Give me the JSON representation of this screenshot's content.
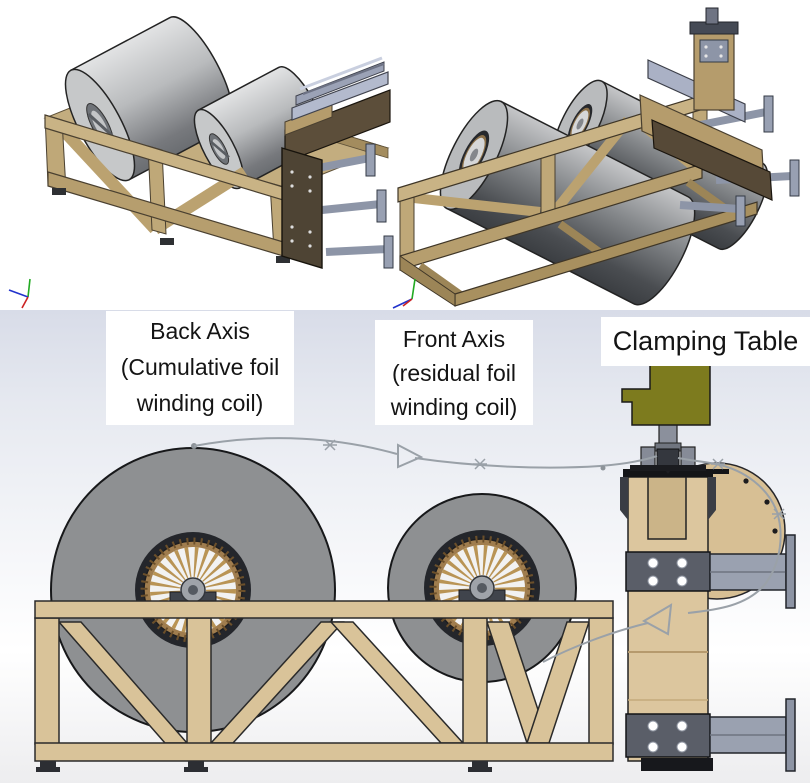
{
  "scene": {
    "type": "CAD figure of a foil winding machine",
    "views": {
      "top_left": "isometric-view-front",
      "top_right": "isometric-view-rear",
      "bottom": "side-elevation-view"
    }
  },
  "annotations": {
    "back_axis": {
      "lines": [
        "Back Axis",
        "(Cumulative foil",
        "winding coil)"
      ]
    },
    "front_axis": {
      "lines": [
        "Front Axis",
        "(residual foil",
        "winding coil)"
      ]
    },
    "clamping_table": {
      "lines": [
        "Clamping Table"
      ]
    }
  },
  "colors": {
    "wood_light": "#d9c399",
    "wood_mid": "#b59c6c",
    "wood_dark": "#8a6f48",
    "coil_gray": "#8e9092",
    "metal_blue_gray": "#9aa1b0",
    "plate_dark": "#5a5e68",
    "olive_bracket": "#7d7b1e",
    "foil_path_gray": "#9aa1a8",
    "background_bottom": "#d8dce8",
    "background_top": "#ffffff",
    "triad_x": "#cc2222",
    "triad_y": "#22aa22",
    "triad_z": "#2233cc"
  }
}
